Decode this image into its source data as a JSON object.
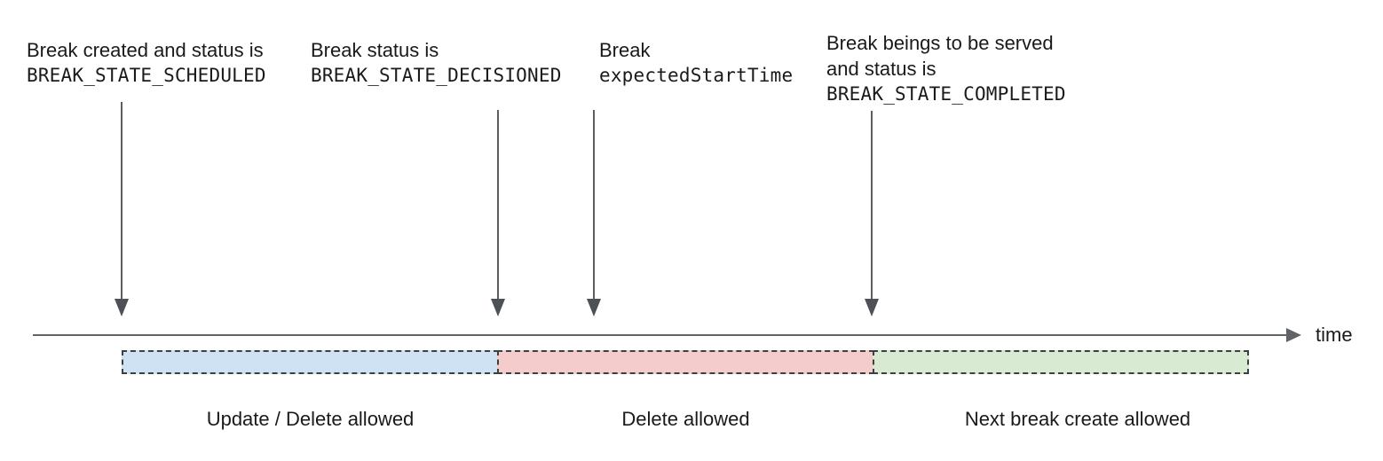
{
  "annotations": [
    {
      "line1": "Break created and status is",
      "code": "BREAK_STATE_SCHEDULED"
    },
    {
      "line1": "Break status is",
      "code": "BREAK_STATE_DECISIONED"
    },
    {
      "line1": "Break",
      "code": "expectedStartTime"
    },
    {
      "line1": "Break beings to be served",
      "line2": "and status is",
      "code": "BREAK_STATE_COMPLETED"
    }
  ],
  "timeline": {
    "axis_label": "time"
  },
  "segments": [
    {
      "label": "Update / Delete allowed",
      "color": "#cfe2f3"
    },
    {
      "label": "Delete allowed",
      "color": "#f4cccc"
    },
    {
      "label": "Next break create allowed",
      "color": "#d9ead3"
    }
  ],
  "colors": {
    "arrow_gray": "#5a5f63",
    "axis_gray": "#606468",
    "dash_border": "#3c4043",
    "text": "#1a1a1a"
  }
}
